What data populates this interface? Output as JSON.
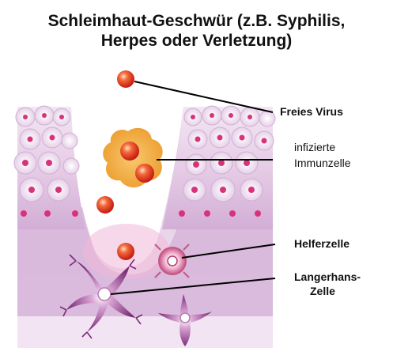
{
  "title": {
    "line1": "Schleimhaut-Geschwür (z.B. Syphilis,",
    "line2": "Herpes oder Verletzung)"
  },
  "labels": {
    "free_virus": "Freies Virus",
    "infected_line1": "infizierte",
    "infected_line2": "Immunzelle",
    "helper_cell": "Helferzelle",
    "langerhans_line1": "Langerhans-",
    "langerhans_line2": "Zelle"
  },
  "colors": {
    "virus": "#e0301e",
    "infected_cell": "#f2a23a",
    "helper_cell": "#c05a82",
    "langerhans_cell": "#8a3a84",
    "tissue": "#e4c6e4",
    "nucleus": "#d8327a"
  }
}
